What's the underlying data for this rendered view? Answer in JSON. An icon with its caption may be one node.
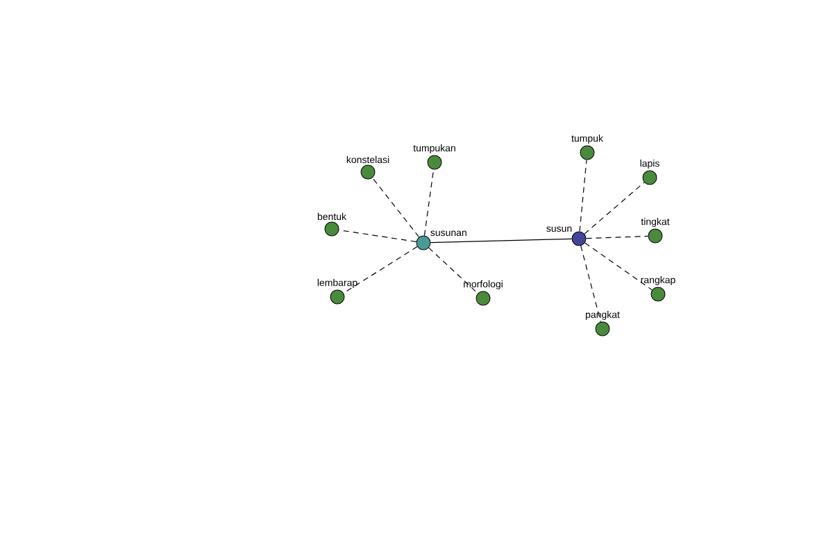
{
  "diagram": {
    "nodes": [
      {
        "text": [
          "susunan"
        ]
      },
      {
        "text": [
          "konstelasi"
        ]
      },
      {
        "text": [
          "tumpukan"
        ]
      },
      {
        "text": [
          "bentuk"
        ]
      },
      {
        "text": [
          "lembarap"
        ]
      },
      {
        "text": [
          "morfologi"
        ]
      },
      {
        "text": [
          "susun"
        ]
      },
      {
        "text": [
          "tumpuk"
        ]
      },
      {
        "text": [
          "lapis"
        ]
      },
      {
        "text": [
          "tingkat"
        ]
      },
      {
        "text": [
          "rangkap"
        ]
      },
      {
        "text": [
          "pangkat"
        ]
      }
    ],
    "edges": [
      {
        "from": 0,
        "to": 6,
        "arrow": "none"
      },
      {
        "from": 0,
        "to": 1,
        "arrow": "none",
        "style": "dashed"
      },
      {
        "from": 0,
        "to": 2,
        "arrow": "none",
        "style": "dashed"
      },
      {
        "from": 0,
        "to": 3,
        "arrow": "none",
        "style": "dashed"
      },
      {
        "from": 0,
        "to": 4,
        "arrow": "none",
        "style": "dashed"
      },
      {
        "from": 0,
        "to": 5,
        "arrow": "none",
        "style": "dashed"
      },
      {
        "from": 6,
        "to": 7,
        "arrow": "none",
        "style": "dashed"
      },
      {
        "from": 6,
        "to": 8,
        "arrow": "none",
        "style": "dashed"
      },
      {
        "from": 6,
        "to": 9,
        "arrow": "none",
        "style": "dashed"
      },
      {
        "from": 6,
        "to": 10,
        "arrow": "none",
        "style": "dashed"
      },
      {
        "from": 6,
        "to": 11,
        "arrow": "none",
        "style": "dashed"
      }
    ]
  }
}
